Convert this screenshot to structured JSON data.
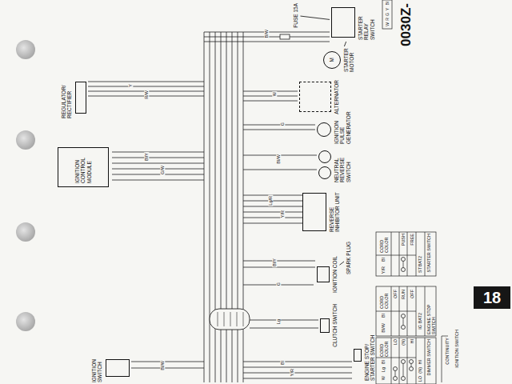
{
  "diagram": {
    "nodes": [
      {
        "text": [
          "FUSE 15A"
        ]
      },
      {
        "text": [
          "STARTER RELAY SWITCH"
        ]
      },
      {
        "text": [
          "STARTER MOTOR",
          "M"
        ]
      },
      {
        "text": [
          "REGULATOR/ RECTIFIER"
        ]
      },
      {
        "text": [
          "ALTERNATOR"
        ]
      },
      {
        "text": [
          "IGNITION PULSE GENERATOR"
        ]
      },
      {
        "text": [
          "IGNITION CONTROL MODULE"
        ]
      },
      {
        "text": [
          "NEUTRAL REVERSE SWITCH"
        ]
      },
      {
        "text": [
          "REVERSE INHIBITOR UNIT"
        ]
      },
      {
        "text": [
          "IGNITION COIL"
        ]
      },
      {
        "text": [
          "SPARK PLUG"
        ]
      },
      {
        "text": [
          "CLUTCH SWITCH"
        ]
      },
      {
        "text": [
          "IGNITION SWITCH"
        ]
      },
      {
        "text": [
          "ENGINE STOP/ STARTER SWITCH"
        ]
      }
    ],
    "edges": [
      {
        "from": 0,
        "to": 1,
        "arrow": "none"
      },
      {
        "from": 1,
        "to": 2,
        "arrow": "none"
      },
      {
        "from": 9,
        "to": 10,
        "arrow": "none"
      }
    ],
    "labels": [
      "0030Z-",
      "18",
      "Bl",
      "Y",
      "G",
      "R",
      "W",
      "STARTER SWITCH",
      "BAT2",
      "ST",
      "FREE",
      "PUSH",
      "CORD COLOR",
      "Bl",
      "Y/R",
      "ENGINE STOP SWITCH",
      "BAT2",
      "IG",
      "OFF",
      "RUN",
      "OFF",
      "CORD COLOR",
      "Bl",
      "Bl/W",
      "DIMMER SWITCH",
      "HI",
      "(N)",
      "LO",
      "HI",
      "(N)",
      "LO",
      "CORD COLOR",
      "Bl",
      "Lg",
      "W",
      "CONTINUITY",
      "IGNITION SWITCH",
      "B/W",
      "Y",
      "R/W",
      "W",
      "G",
      "Bl/Y",
      "G/W",
      "Bl/W",
      "Lg/R",
      "Y/R",
      "Bl/Y",
      "G",
      "Lg",
      "Bl",
      "Y/R",
      "Bl/W"
    ]
  }
}
